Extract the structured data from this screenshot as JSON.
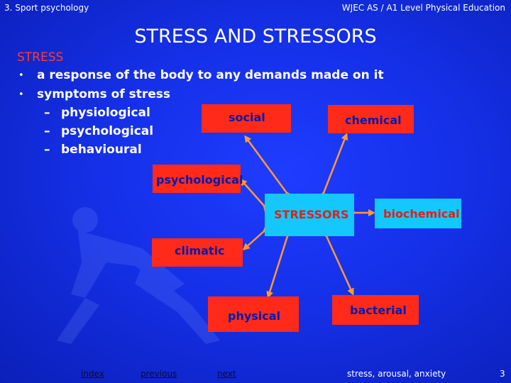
{
  "header": {
    "section": "3. Sport psychology",
    "course": "WJEC AS / A1 Level Physical Education"
  },
  "title": "STRESS AND STRESSORS",
  "stress": {
    "heading": "STRESS",
    "bullets": [
      "a response of the body to any demands made on it",
      "symptoms of stress"
    ],
    "symptoms": [
      "physiological",
      "psychological",
      "behavioural"
    ]
  },
  "diagram": {
    "center": "STRESSORS",
    "nodes": {
      "social": "social",
      "chemical": "chemical",
      "psychological": "psychological",
      "biochemical": "biochemical",
      "climatic": "climatic",
      "physical": "physical",
      "bacterial": "bacterial"
    },
    "colors": {
      "box": "#ff2a1a",
      "center": "#14c8ff",
      "arrow": "#ff9933"
    }
  },
  "footer": {
    "index": "index",
    "previous": "previous",
    "next": "next",
    "topic": "stress, arousal, anxiety",
    "page": "3"
  }
}
